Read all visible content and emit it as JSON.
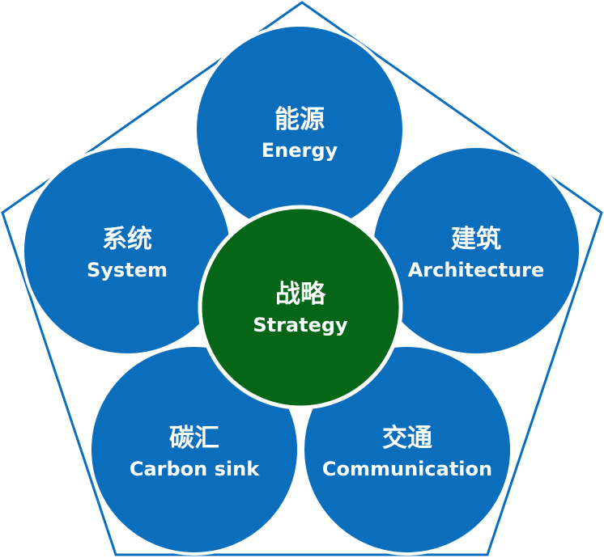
{
  "colors": {
    "outer": "#0a6ebd",
    "center": "#046616",
    "outline": "#0a6ebd"
  },
  "nodes": {
    "energy": {
      "zh": "能源",
      "en": "Energy"
    },
    "system": {
      "zh": "系统",
      "en": "System"
    },
    "architecture": {
      "zh": "建筑",
      "en": "Architecture"
    },
    "carbon": {
      "zh": "碳汇",
      "en": "Carbon sink"
    },
    "communication": {
      "zh": "交通",
      "en": "Communication"
    },
    "strategy": {
      "zh": "战略",
      "en": "Strategy"
    }
  }
}
